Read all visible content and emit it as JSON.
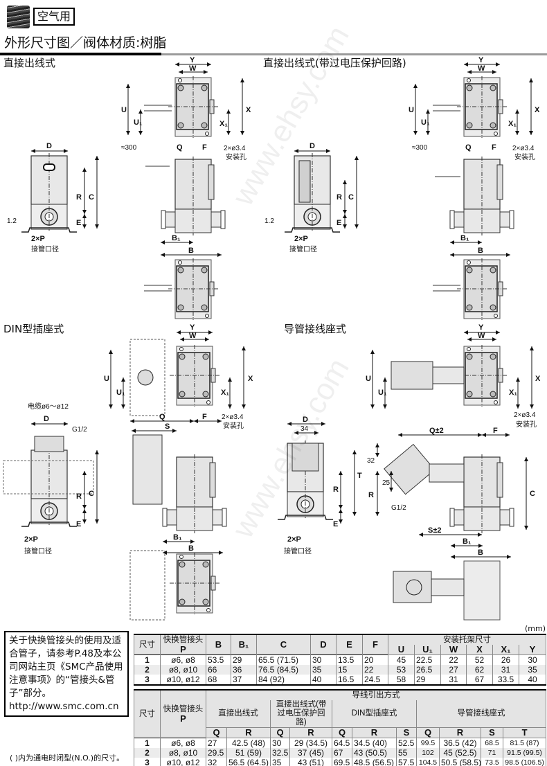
{
  "header": {
    "category_badge": "空气用",
    "title": "外形尺寸图／阀体材质:树脂"
  },
  "sections": {
    "direct": "直接出线式",
    "direct_surge": "直接出线式(带过电压保护回路)",
    "din": "DIN型插座式",
    "conduit": "导管接线座式"
  },
  "labels": {
    "Y": "Y",
    "W": "W",
    "U": "U",
    "U1": "U₁",
    "X": "X",
    "X1": "X₁",
    "Q": "Q",
    "F": "F",
    "B1": "B₁",
    "B": "B",
    "D": "D",
    "R": "R",
    "C": "C",
    "E": "E",
    "S": "S",
    "T": "T",
    "lead": "≈300",
    "mount_hole": "2×ø3.4",
    "mount_hole_label": "安装孔",
    "port": "2×P",
    "port_label": "接管口径",
    "plate": "1.2",
    "cable": "电缆ø6～ø12",
    "g12": "G1/2",
    "q_pm": "Q±2",
    "s_pm": "S±2",
    "d34": "34",
    "d32": "32",
    "d25": "25"
  },
  "watermark": "www.ehsy.com",
  "note": {
    "text": "关于快换管接头的使用及适合管子，请参考P.48及本公司网站主页《SMC产品使用注意事项》的“管接头&管子”部分。",
    "url": "http://www.smc.com.cn"
  },
  "unit": "(mm)",
  "footnote": "(  )内为通电时闭型(N.O.)的尺寸。",
  "table1": {
    "size_header": "尺寸",
    "port_header": "快换管接头",
    "port_sub": "P",
    "cols": [
      "B",
      "B₁",
      "C",
      "D",
      "E",
      "F"
    ],
    "bracket_group": "安装托架尺寸",
    "bracket_cols": [
      "U",
      "U₁",
      "W",
      "X",
      "X₁",
      "Y"
    ],
    "rows": [
      {
        "size": "1",
        "port": "ø6, ø8",
        "values": [
          "53.5",
          "29",
          "65.5 (71.5)",
          "30",
          "13.5",
          "20",
          "45",
          "22.5",
          "22",
          "52",
          "26",
          "30"
        ]
      },
      {
        "size": "2",
        "port": "ø8, ø10",
        "values": [
          "66",
          "36",
          "76.5 (84.5)",
          "35",
          "15",
          "22",
          "53",
          "26.5",
          "27",
          "62",
          "31",
          "35"
        ]
      },
      {
        "size": "3",
        "port": "ø10, ø12",
        "values": [
          "68",
          "37",
          "84 (92)",
          "40",
          "16.5",
          "24.5",
          "58",
          "29",
          "31",
          "67",
          "33.5",
          "40"
        ]
      }
    ]
  },
  "table2": {
    "size_header": "尺寸",
    "port_header": "快换管接头",
    "port_sub": "P",
    "group": "导线引出方式",
    "subgroups": [
      {
        "label": "直接出线式",
        "cols": [
          "Q",
          "R"
        ]
      },
      {
        "label": "直接出线式(带过电压保护回路)",
        "cols": [
          "Q",
          "R"
        ]
      },
      {
        "label": "DIN型插座式",
        "cols": [
          "Q",
          "R",
          "S"
        ]
      },
      {
        "label": "导管接线座式",
        "cols": [
          "Q",
          "R",
          "S",
          "T"
        ]
      }
    ],
    "rows": [
      {
        "size": "1",
        "port": "ø6, ø8",
        "values": [
          "27",
          "42.5 (48)",
          "30",
          "29 (34.5)",
          "64.5",
          "34.5 (40)",
          "52.5",
          "99.5",
          "36.5 (42)",
          "68.5",
          "81.5 (87)"
        ]
      },
      {
        "size": "2",
        "port": "ø8, ø10",
        "values": [
          "29.5",
          "51 (59)",
          "32.5",
          "37 (45)",
          "67",
          "43 (50.5)",
          "55",
          "102",
          "45 (52.5)",
          "71",
          "91.5 (99.5)"
        ]
      },
      {
        "size": "3",
        "port": "ø10, ø12",
        "values": [
          "32",
          "56.5 (64.5)",
          "35",
          "43 (51)",
          "69.5",
          "48.5 (56.5)",
          "57.5",
          "104.5",
          "50.5 (58.5)",
          "73.5",
          "98.5 (106.5)"
        ]
      }
    ]
  }
}
